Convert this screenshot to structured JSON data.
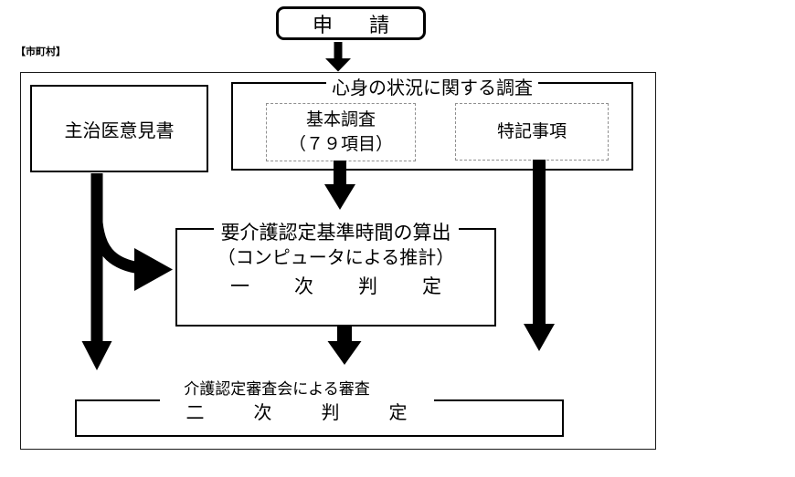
{
  "diagram": {
    "region_label": "【市町村】",
    "application": {
      "label": "申　請"
    },
    "doctor_opinion": {
      "label": "主治医意見書"
    },
    "survey": {
      "title": "心身の状況に関する調査",
      "basic_survey": {
        "line1": "基本調査",
        "line2": "（７９項目）"
      },
      "special_notes": {
        "label": "特記事項"
      }
    },
    "primary_judgment": {
      "title": "要介護認定基準時間の算出",
      "line2": "（コンピュータによる推計）",
      "line3": "一　次　判　定"
    },
    "secondary_judgment": {
      "review_title": "介護認定審査会による審査",
      "label": "二　次　判　定"
    },
    "colors": {
      "line": "#000000",
      "dashed_border": "#909090",
      "background": "#ffffff"
    }
  }
}
